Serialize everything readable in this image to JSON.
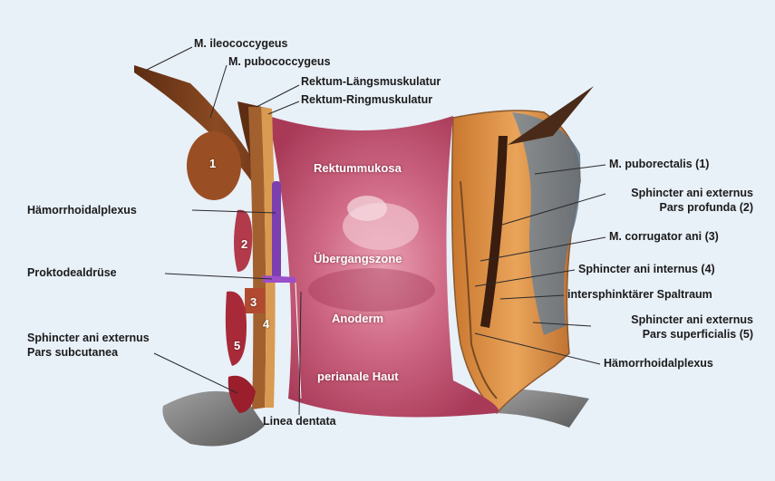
{
  "labels": {
    "ileococcygeus": "M. ileococcygeus",
    "pubococcygeus": "M. pubococcygeus",
    "laengsmuskulatur": "Rektum-Längsmuskulatur",
    "ringmuskulatur": "Rektum-Ringmuskulatur",
    "haemorrhoidalplexus_left": "Hämorrhoidalplexus",
    "proktodealdruese": "Proktodealdrüse",
    "sphincter_subcutanea_line1": "Sphincter ani externus",
    "sphincter_subcutanea_line2": "Pars subcutanea",
    "linea_dentata": "Linea dentata",
    "puborectalis": "M. puborectalis (1)",
    "profunda_line1": "Sphincter ani externus",
    "profunda_line2": "Pars profunda (2)",
    "corrugator": "M. corrugator ani (3)",
    "internus": "Sphincter ani internus (4)",
    "spaltraum": "intersphinktärer Spaltraum",
    "superficialis_line1": "Sphincter ani externus",
    "superficialis_line2": "Pars superficialis (5)",
    "haemorrhoidalplexus_right": "Hämorrhoidalplexus"
  },
  "inner_labels": {
    "rektummukosa": "Rektummukosa",
    "uebergangszone": "Übergangszone",
    "anoderm": "Anoderm",
    "perianale_haut": "perianale Haut"
  },
  "numbers": {
    "n1": "1",
    "n2": "2",
    "n3": "3",
    "n4": "4",
    "n5": "5"
  },
  "colors": {
    "background": "#e8f0f8",
    "mucosa": "#c85a78",
    "muscle_brown": "#7a3d1c",
    "muscle_orange": "#d98a3c",
    "vessel_purple": "#7b3fb0",
    "gray_base": "#7d7d7d"
  }
}
